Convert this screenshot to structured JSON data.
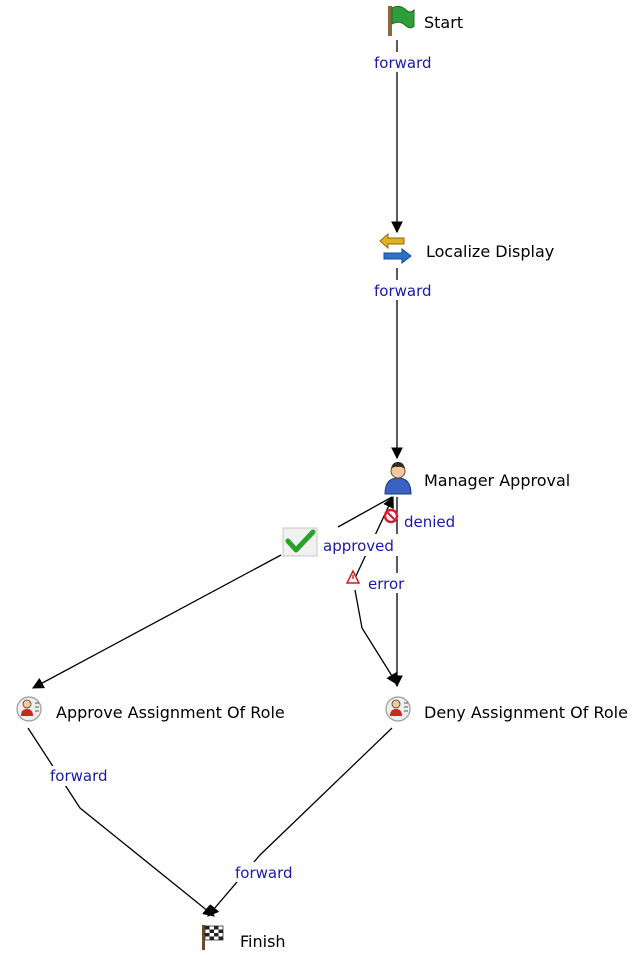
{
  "workflow": {
    "nodes": {
      "start": {
        "label": "Start",
        "icon": "green-flag-icon"
      },
      "localize": {
        "label": "Localize Display",
        "icon": "swap-arrows-icon"
      },
      "manager": {
        "label": "Manager Approval",
        "icon": "user-icon"
      },
      "approve_role": {
        "label": "Approve Assignment Of Role",
        "icon": "person-badge-icon"
      },
      "deny_role": {
        "label": "Deny Assignment Of Role",
        "icon": "person-badge-icon"
      },
      "finish": {
        "label": "Finish",
        "icon": "checkered-flag-icon"
      }
    },
    "edges": {
      "start_localize": {
        "label": "forward"
      },
      "localize_manager": {
        "label": "forward"
      },
      "manager_approved": {
        "label": "approved",
        "icon": "checkmark-icon"
      },
      "manager_denied": {
        "label": "denied",
        "icon": "deny-icon"
      },
      "manager_error": {
        "label": "error",
        "icon": "warning-icon"
      },
      "approve_finish": {
        "label": "forward"
      },
      "deny_finish": {
        "label": "forward"
      }
    }
  },
  "colors": {
    "edge_label": "#1a1aa6",
    "flag_green": "#2e9e3a",
    "check_green": "#27a327",
    "deny_red": "#d4202a"
  }
}
